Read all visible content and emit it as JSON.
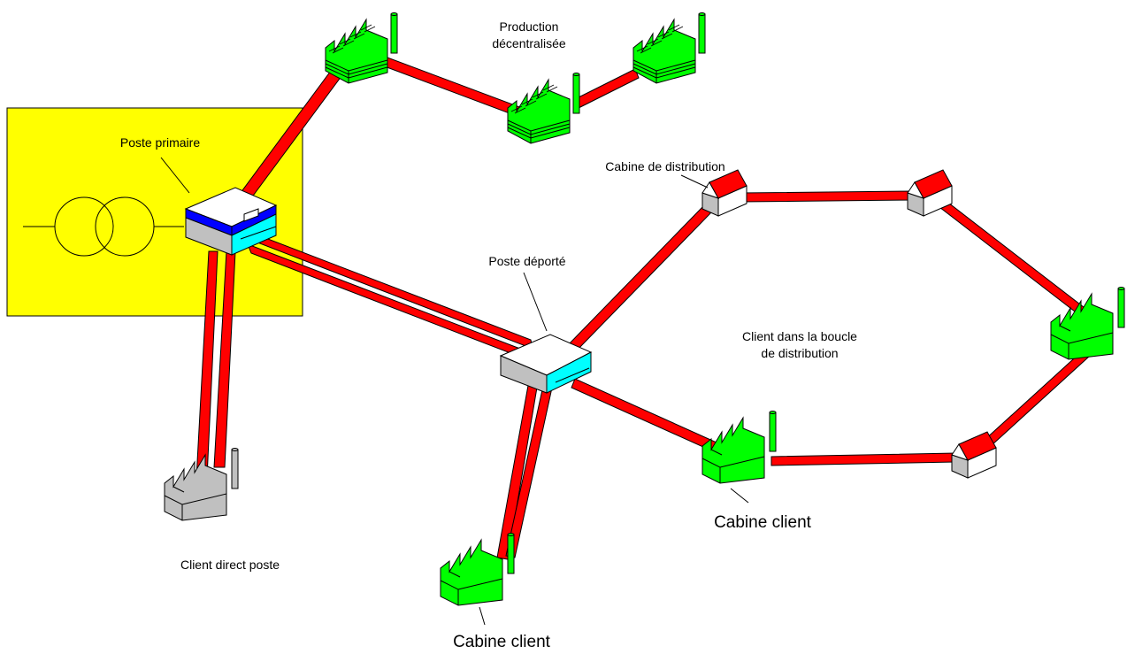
{
  "labels": {
    "production_line1": "Production",
    "production_line2": "décentralisée",
    "poste_primaire": "Poste primaire",
    "cabine_distribution": "Cabine de distribution",
    "poste_deporte": "Poste déporté",
    "client_boucle_line1": "Client dans la boucle",
    "client_boucle_line2": "de distribution",
    "cabine_client_right": "Cabine client",
    "cabine_client_bottom": "Cabine client",
    "client_direct": "Client direct poste"
  },
  "colors": {
    "substation_area": "#ffff00",
    "cable": "#ff0000",
    "factory_green": "#00ff00",
    "factory_grey": "#c0c0c0",
    "house_roof": "#ff0000",
    "station_top": "#ffffff",
    "station_band": "#0000ff",
    "station_side": "#00ffff"
  },
  "icons": {
    "transformer": "transformer-symbol-icon",
    "decentralised_plant": "factory-icon",
    "distribution_cabin": "house-icon",
    "remote_substation": "substation-box-icon",
    "client": "factory-icon"
  }
}
